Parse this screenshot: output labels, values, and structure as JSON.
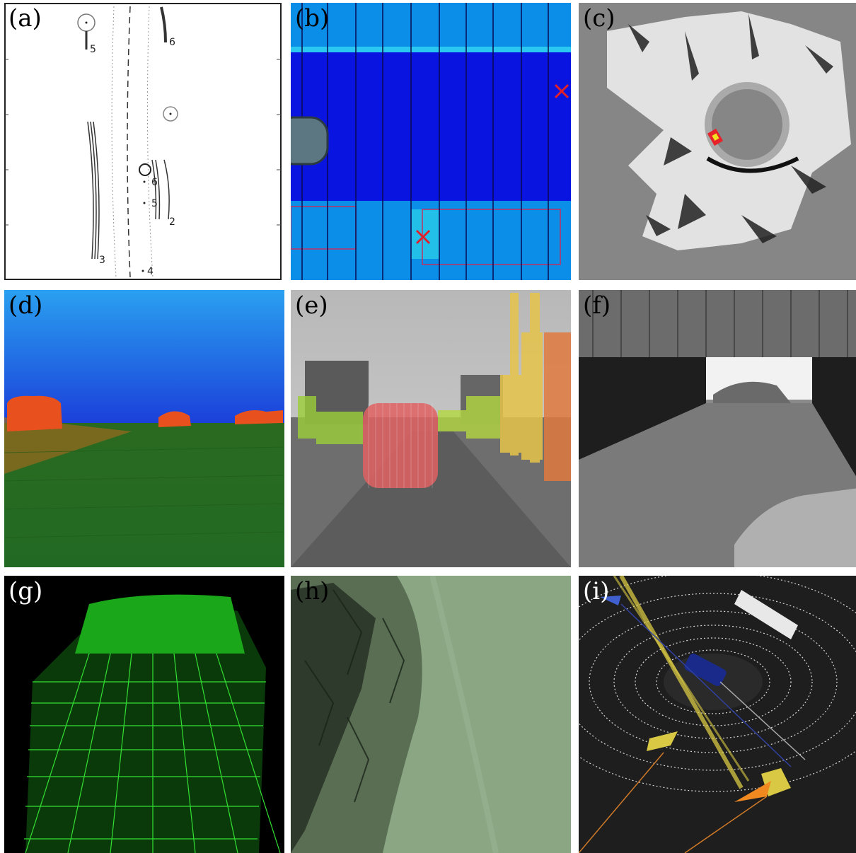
{
  "panels": {
    "a": {
      "label": "(a)",
      "track_labels": [
        "5",
        "6",
        "6",
        "5",
        "2",
        "3",
        "4"
      ]
    },
    "b": {
      "label": "(b)"
    },
    "c": {
      "label": "(c)"
    },
    "d": {
      "label": "(d)"
    },
    "e": {
      "label": "(e)"
    },
    "f": {
      "label": "(f)"
    },
    "g": {
      "label": "(g)"
    },
    "h": {
      "label": "(h)"
    },
    "i": {
      "label": "(i)"
    }
  }
}
